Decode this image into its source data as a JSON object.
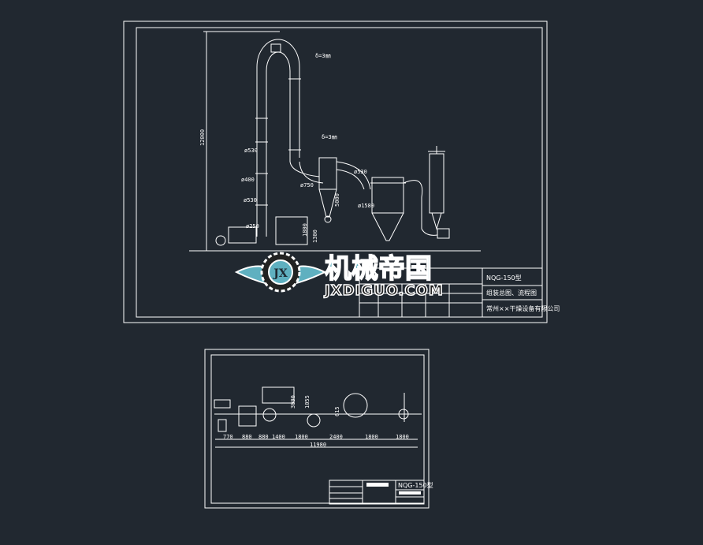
{
  "sheet1": {
    "annotations": {
      "thickness_top": "δ=3㎜",
      "thickness_mid": "δ=3㎜",
      "height_dim": "12000",
      "dia1": "ø530",
      "dia2": "ø400",
      "dia3": "ø530",
      "dia4": "ø250",
      "dia5": "ø750",
      "dia6": "ø530",
      "dia7": "ø1580",
      "dim_cyclone": "5000",
      "dim_base": "1300",
      "dim_heater": "1800"
    },
    "title_block": {
      "model": "NQG-150型",
      "subtitle": "组装总图、流程图",
      "company": "常州××干燥设备有限公司"
    }
  },
  "sheet2": {
    "dims": [
      "770",
      "880",
      "880",
      "1400",
      "1800",
      "2400",
      "1800",
      "1800"
    ],
    "total": "11980",
    "vertical_dims": [
      "3000",
      "1055",
      "615"
    ],
    "title_block": {
      "model": "NQG-150型"
    }
  },
  "watermark": {
    "cn": "机械帝国",
    "en": "JXDIGUO.COM",
    "badge": "JX",
    "colors": {
      "primary": "#5fb0c0",
      "outline": "#ffffff"
    }
  }
}
